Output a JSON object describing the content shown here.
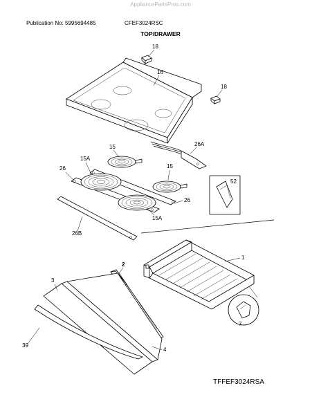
{
  "header": {
    "watermark": "AppliancePartsPros.com",
    "publication": "Publication No: 5995694485",
    "model": "CFEF3024RSC",
    "section_title": "TOP/DRAWER"
  },
  "callouts": {
    "c18a": "18",
    "c16": "16",
    "c18b": "18",
    "c15a": "15",
    "c26a": "26A",
    "c15b": "15",
    "c26": "26",
    "c15A_top": "15A",
    "c52": "52",
    "c26b_right": "26",
    "c15A_bottom": "15A",
    "c26B": "26B",
    "c2": "2",
    "c1": "1",
    "c3": "3",
    "c7": "7",
    "c4": "4",
    "c39": "39"
  },
  "footer": {
    "drawing_id": "TFFEF3024RSA"
  }
}
